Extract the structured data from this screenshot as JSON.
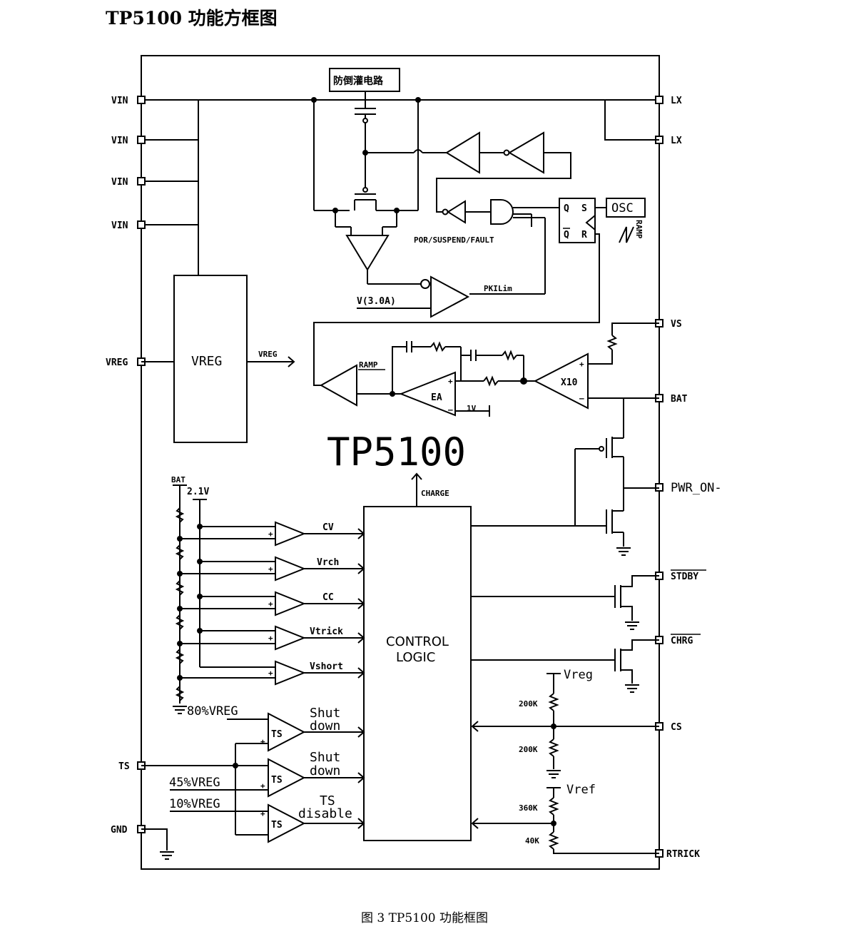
{
  "heading": "TP5100 功能方框图",
  "caption": "图 3 TP5100 功能框图",
  "diagram": {
    "chip_name": "TP5100",
    "pins_left": {
      "vin": "VIN",
      "vreg": "VREG",
      "ts": "TS",
      "gnd": "GND"
    },
    "pins_right": {
      "lx": "LX",
      "vs": "VS",
      "bat": "BAT",
      "pwr_on": "PWR_ON-",
      "stdby": "STDBY",
      "chrg": "CHRG",
      "cs": "CS",
      "rtrick": "RTRICK"
    },
    "blocks": {
      "reverse_circuit": "防倒灌电路",
      "vreg": "VREG",
      "vreg_out": "VREG",
      "osc": "OSC",
      "ramp_small": "RAMP",
      "ramp": "RAMP",
      "por": "POR/SUSPEND/FAULT",
      "pkilim": "PKILim",
      "v3a": "V(3.0A)",
      "ea": "EA",
      "x10": "X10",
      "v1": "1V",
      "charge": "CHARGE",
      "control_line1": "CONTROL",
      "control_line2": "LOGIC",
      "ff_q": "Q",
      "ff_qbar": "Q",
      "ff_s": "S",
      "ff_r": "R"
    },
    "divider": {
      "top": "BAT",
      "ref": "2.1V",
      "bottom": "80%VREG"
    },
    "comparators": [
      "CV",
      "Vrch",
      "CC",
      "Vtrick",
      "Vshort"
    ],
    "ts_block": {
      "ts_label": "TS",
      "outputs": [
        [
          "Shut",
          "down"
        ],
        [
          "Shut",
          "down"
        ],
        [
          "TS",
          "disable"
        ]
      ],
      "refs": [
        "45%VREG",
        "10%VREG"
      ]
    },
    "resistors": {
      "vreg": "Vreg",
      "vref": "Vref",
      "r1": "200K",
      "r2": "200K",
      "r3": "360K",
      "r4": "40K"
    }
  }
}
